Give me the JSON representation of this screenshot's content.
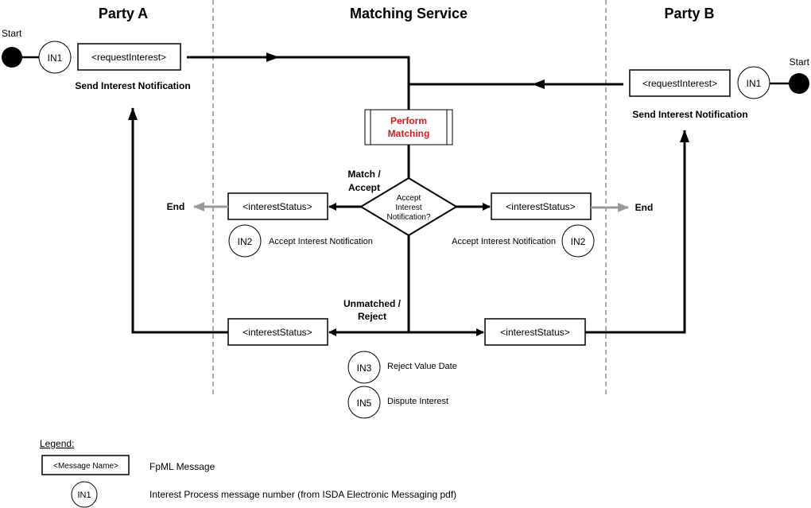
{
  "lanes": {
    "party_a": "Party A",
    "matching_service": "Matching Service",
    "party_b": "Party B"
  },
  "party_a": {
    "start_label": "Start",
    "in1_label": "IN1",
    "request_msg": "<requestInterest>",
    "send_caption": "Send Interest Notification"
  },
  "party_b": {
    "start_label": "Start",
    "in1_label": "IN1",
    "request_msg": "<requestInterest>",
    "send_caption": "Send Interest Notification"
  },
  "matching": {
    "perform_line1": "Perform",
    "perform_line2": "Matching",
    "decision_line1": "Accept",
    "decision_line2": "Interest",
    "decision_line3": "Notification?",
    "match_line1": "Match /",
    "match_line2": "Accept",
    "unmatched_line1": "Unmatched /",
    "unmatched_line2": "Reject",
    "accept_status_left": "<interestStatus>",
    "accept_status_right": "<interestStatus>",
    "reject_status_left": "<interestStatus>",
    "reject_status_right": "<interestStatus>",
    "end_left": "End",
    "end_right": "End",
    "in2_left": "IN2",
    "in2_left_caption": "Accept Interest Notification",
    "in2_right": "IN2",
    "in2_right_caption": "Accept Interest Notification",
    "in3": "IN3",
    "in3_caption": "Reject Value Date",
    "in5": "IN5",
    "in5_caption": "Dispute Interest"
  },
  "legend": {
    "title": "Legend:",
    "msg_sample": "<Message Name>",
    "msg_desc": "FpML Message",
    "num_sample": "IN1",
    "num_desc": "Interest Process message number (from ISDA Electronic Messaging pdf)"
  },
  "colors": {
    "perform_text": "#d71920",
    "end_arrow": "#999999"
  }
}
